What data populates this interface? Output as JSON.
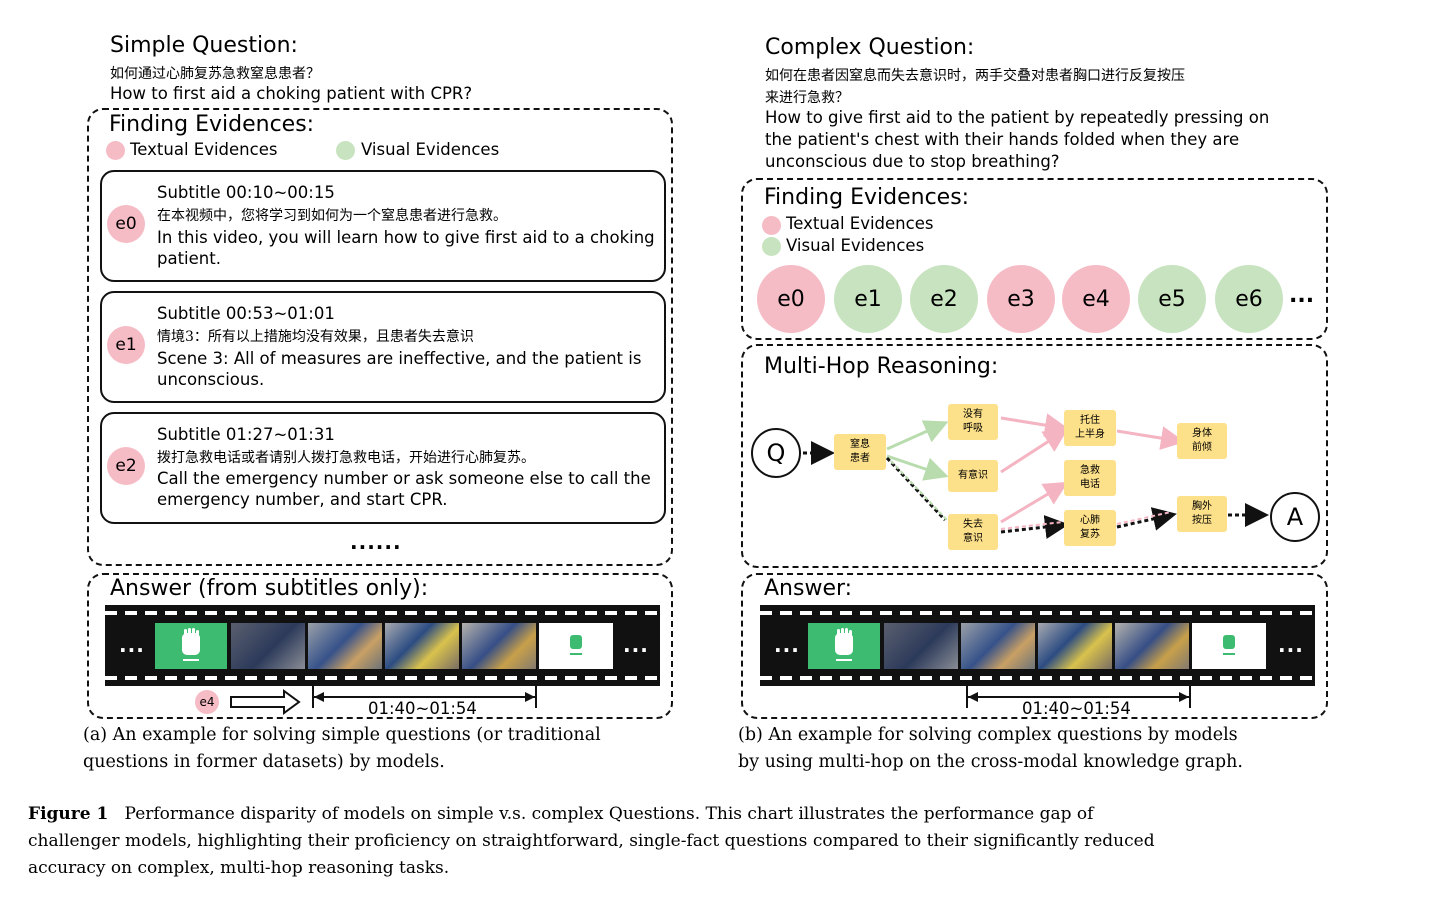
{
  "left": {
    "question_title": "Simple Question:",
    "question_cn": "如何通过心肺复苏急救窒息患者？",
    "question_en": "How to first aid a choking patient with CPR?",
    "finding_title": "Finding Evidences:",
    "legend_textual": "Textual Evidences",
    "legend_visual": "Visual Evidences",
    "evidences": [
      {
        "badge": "e0",
        "time": "Subtitle  00:10~00:15",
        "cn": "在本视频中，您将学习到如何为一个窒息患者进行急救。",
        "en1": "In this video, you will learn how to give first aid to a choking",
        "en2": "patient."
      },
      {
        "badge": "e1",
        "time": "Subtitle 00:53~01:01",
        "cn": "情境3：所有以上措施均没有效果，且患者失去意识",
        "en1": "Scene 3: All of measures are ineffective, and the patient is",
        "en2": "unconscious."
      },
      {
        "badge": "e2",
        "time": "Subtitle  01:27~01:31",
        "cn": "拨打急救电话或者请别人拨打急救电话，开始进行心肺复苏。",
        "en1": "Call the emergency number or ask someone else to call the",
        "en2": "emergency number, and start CPR."
      }
    ],
    "more": "......",
    "answer_title": "Answer (from subtitles only):",
    "film_ellipsis": "...",
    "badge_e4": "e4",
    "time_range": "01:40~01:54",
    "caption_line1": "(a) An example for solving simple questions (or traditional",
    "caption_line2": "questions in former datasets) by models."
  },
  "right": {
    "question_title": "Complex Question:",
    "question_cn1": "如何在患者因窒息而失去意识时，两手交叠对患者胸口进行反复按压",
    "question_cn2": "来进行急救？",
    "question_en1": "How to give first aid to the patient by repeatedly pressing on",
    "question_en2": "the patient's chest with their hands folded when they are",
    "question_en3": "unconscious due to stop breathing?",
    "finding_title": "Finding Evidences:",
    "legend_textual": "Textual Evidences",
    "legend_visual": "Visual Evidences",
    "balls": [
      "e0",
      "e1",
      "e2",
      "e3",
      "e4",
      "e5",
      "e6"
    ],
    "balls_more": "...",
    "reasoning_title": "Multi-Hop Reasoning:",
    "node_q": "Q",
    "node_a": "A",
    "nodes": {
      "n1": "窒息\n患者",
      "n2": "没有\n呼吸",
      "n3": "有意识",
      "n4": "失去\n意识",
      "n5": "托住\n上半身",
      "n6": "急救\n电话",
      "n7": "心肺\n复苏",
      "n8": "身体\n前倾",
      "n9": "胸外\n按压"
    },
    "answer_title": "Answer:",
    "film_ellipsis": "...",
    "time_range": "01:40~01:54",
    "caption_line1": "(b) An example for solving complex questions by models",
    "caption_line2": "by using multi-hop on the cross-modal knowledge graph."
  },
  "figure": {
    "label": "Figure 1",
    "text1": "Performance disparity of models on simple v.s.  complex Questions.  This chart illustrates the performance gap of",
    "text2": "challenger models, highlighting their proficiency on straightforward, single-fact questions compared to their significantly reduced",
    "text3": "accuracy on complex, multi-hop reasoning tasks."
  },
  "colors": {
    "textual": "#f6bcc6",
    "visual": "#c8e3bf",
    "node": "#fde08a",
    "pink_edge": "#f4b4c2",
    "green_edge": "#b9dcae"
  }
}
